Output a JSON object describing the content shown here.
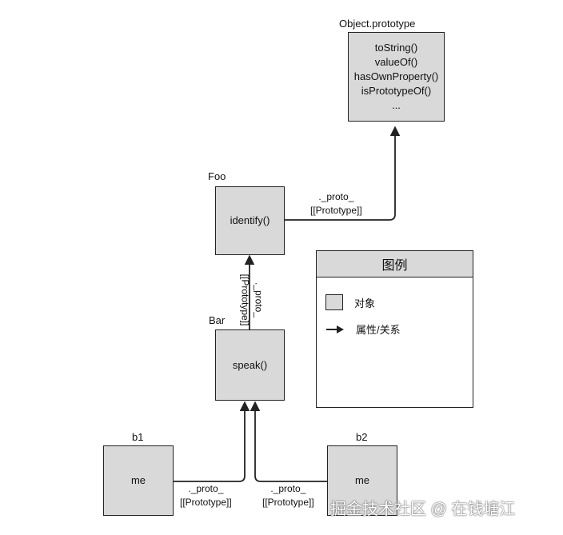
{
  "nodes": {
    "object_prototype": {
      "title": "Object.prototype",
      "methods": [
        "toString()",
        "valueOf()",
        "hasOwnProperty()",
        "isPrototypeOf()",
        "..."
      ]
    },
    "foo": {
      "title": "Foo",
      "method": "identify()"
    },
    "bar": {
      "title": "Bar",
      "method": "speak()"
    },
    "b1": {
      "title": "b1",
      "method": "me"
    },
    "b2": {
      "title": "b2",
      "method": "me"
    }
  },
  "edges": {
    "foo_to_object": {
      "line1": "._proto_",
      "line2": "[[Prototype]]"
    },
    "bar_to_foo": {
      "line1": "._proto_",
      "line2": "[[Prototype]]"
    },
    "b1_to_bar": {
      "line1": "._proto_",
      "line2": "[[Prototype]]"
    },
    "b2_to_bar": {
      "line1": "._proto_",
      "line2": "[[Prototype]]"
    }
  },
  "legend": {
    "title": "图例",
    "object_label": "对象",
    "relation_label": "属性/关系"
  },
  "watermark": "掘金技术社区 @ 在钱塘江",
  "colors": {
    "box_fill": "#d9d9d9",
    "stroke": "#222222"
  }
}
